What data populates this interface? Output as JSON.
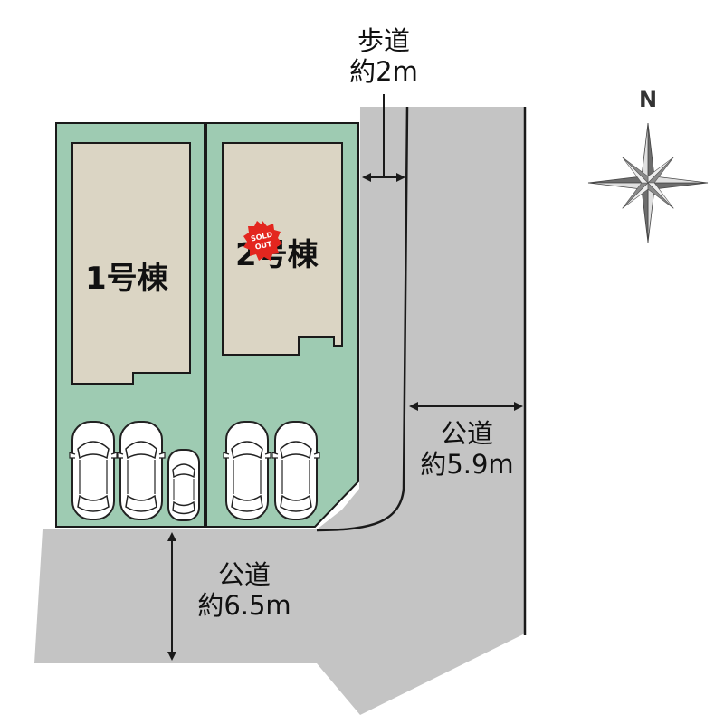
{
  "lots": [
    {
      "id": "1",
      "label": "1号棟",
      "sold": false
    },
    {
      "id": "2",
      "label": "2号棟",
      "sold": true
    }
  ],
  "badge": {
    "line1": "SOLD",
    "line2": "OUT"
  },
  "roads": {
    "sidewalk": {
      "line1": "歩道",
      "line2": "約2m"
    },
    "east": {
      "line1": "公道",
      "line2": "約5.9m"
    },
    "south": {
      "line1": "公道",
      "line2": "約6.5m"
    }
  },
  "compass": {
    "label": "N"
  },
  "colors": {
    "lot": "#9ecbb2",
    "building": "#dbd5c4",
    "road": "#c4c4c4",
    "outline": "#1a1a1a",
    "badge": "#e3261f"
  }
}
